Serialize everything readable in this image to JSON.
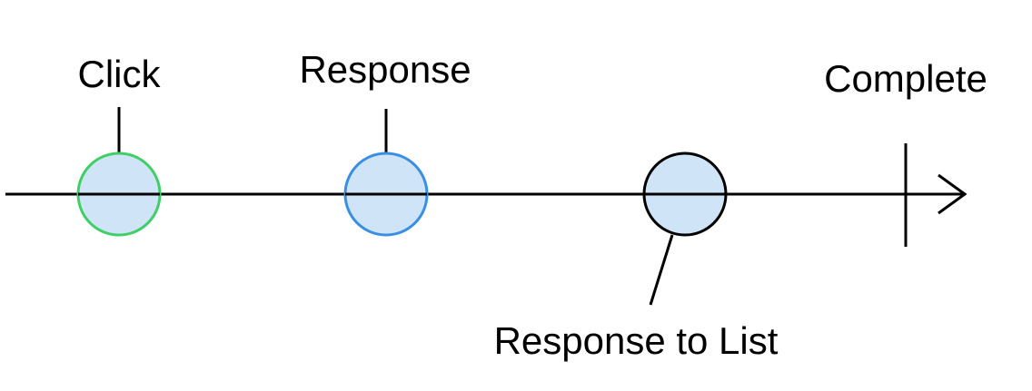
{
  "diagram": {
    "labels": {
      "click": "Click",
      "response": "Response",
      "complete": "Complete",
      "response_to_list": "Response to List"
    },
    "colors": {
      "line": "#000000",
      "event_fill": "#cfe5f7",
      "click_stroke": "#3fcf66",
      "response_stroke": "#3a8fe3",
      "response_to_list_stroke": "#000000"
    }
  }
}
